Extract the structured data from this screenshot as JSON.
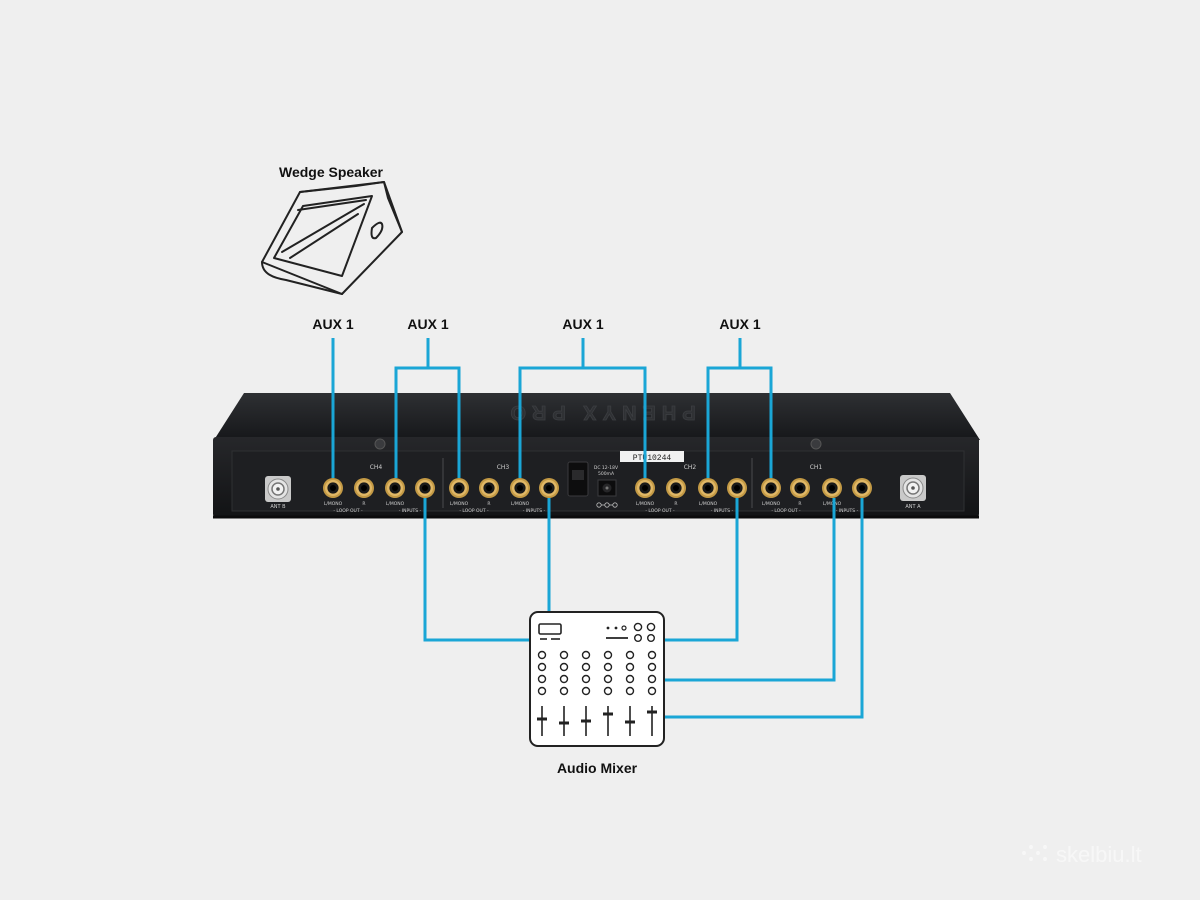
{
  "labels": {
    "wedge_speaker": "Wedge Speaker",
    "audio_mixer": "Audio Mixer",
    "aux": [
      "AUX 1",
      "AUX 1",
      "AUX 1",
      "AUX 1"
    ]
  },
  "receiver": {
    "brand_mark": "PHENYX PRO",
    "serial": "PTU10244",
    "power": [
      "DC 12-18V",
      "500mA"
    ],
    "antennas": [
      "ANT B",
      "ANT A"
    ],
    "channels": [
      "CH4",
      "CH3",
      "CH2",
      "CH1"
    ],
    "jack_labels": [
      "L/MONO",
      "R"
    ],
    "groups": [
      "- LOOP OUT -",
      "- INPUTS -"
    ]
  },
  "watermark": "skelbiu.lt",
  "colors": {
    "cable": "#1aa6d6",
    "device": "#1c1d1f",
    "background": "#efefef",
    "jack": "#b8862e"
  }
}
